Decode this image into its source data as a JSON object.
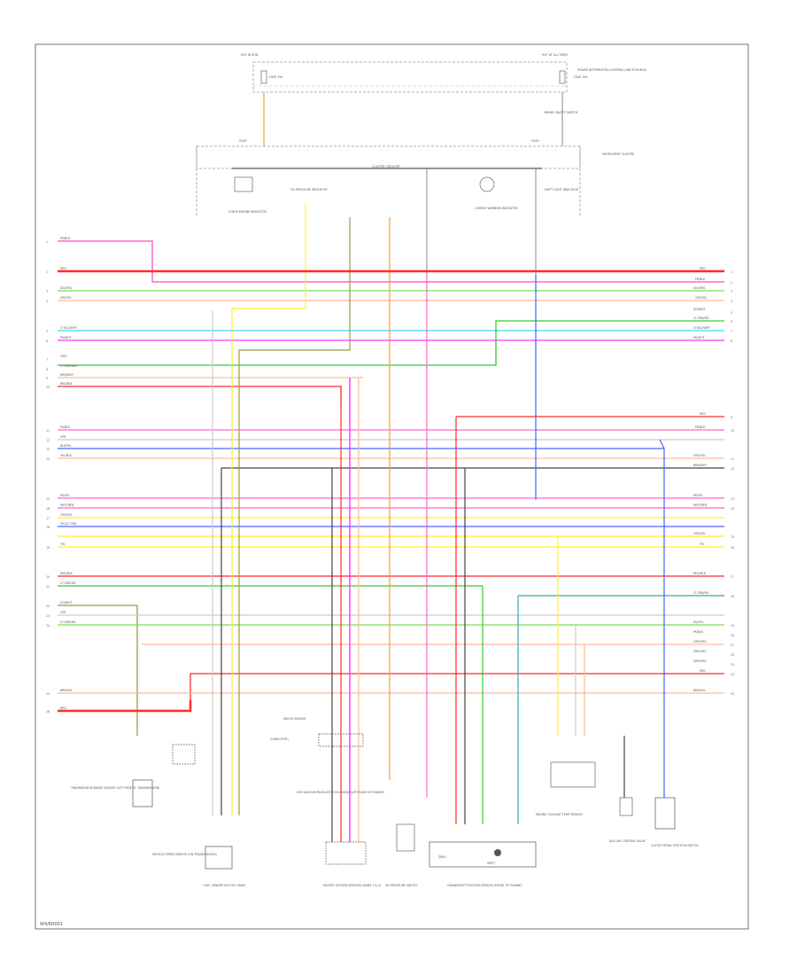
{
  "page_code": "W4/6R001",
  "wire_colors": {
    "RED": "#ff2a2a",
    "PINK": "#ff66cc",
    "MAGENTA": "#ff33ff",
    "GREEN": "#33cc33",
    "LIGHT_GREEN": "#77dd55",
    "LIGHT_BLUE": "#33ddee",
    "BLUE": "#4466ff",
    "YELLOW": "#ffee33",
    "ORANGE": "#ff9933",
    "PEACH": "#ffbb99",
    "BROWN": "#aa7733",
    "GRAY": "#aaaaaa",
    "LIGHT_GRAY": "#cccccc",
    "BLACK": "#444444",
    "OLIVE": "#999944"
  },
  "labels": {
    "fuse_left": "HOT IN RUN",
    "fuse_right": "HOT AT ALL TIMES",
    "fuse_box": "POWER DISTRIBUTION (CENTRAL JUNCTION BOX)",
    "fuse_a": "FUSE 15A",
    "fuse_b": "FUSE 10A",
    "inst_cluster": "INSTRUMENT CLUSTER",
    "cluster_bus": "CLUSTER CIRCUITRY",
    "check_engine": "CHECK ENGINE INDICATOR",
    "oil_pressure": "OIL PRESSURE INDICATOR",
    "charge": "CHARGE WARNING INDICATOR",
    "shift_light": "SHIFT LIGHT INDICATOR",
    "ground_a": "G200",
    "ground_b": "G100",
    "trans_sensor": "TRANSMISSION RANGE SENSOR (LEFT SIDE OF TRANSMISSION)",
    "vss": "VEHICLE SPEED SENSOR (ON TRANSMISSION)",
    "fuel_sender": "FUEL SENDER (IN FUEL TANK)",
    "heated_o2": "HEATED OXYGEN SENSORS (BANK 1 & 2)",
    "knock_sensor": "KNOCK SENSOR",
    "ckp": "CRANKSHAFT POSITION SENSOR (FRONT OF ENGINE)",
    "ckp_a": "ZERO",
    "ckp_b": "SHIFT",
    "egr": "EGR VACUUM REGULATOR SOLENOID (LEFT REAR OF ENGINE)",
    "oil_sw": "OIL PRESSURE SWITCH",
    "ect": "ENGINE COOLANT TEMP SENSOR",
    "idle": "IDLE AIR CONTROL VALVE",
    "clutch": "CLUTCH PEDAL POSITION SWITCH",
    "brake": "BRAKE ON/OFF SWITCH",
    "capacitor": "(CAPACITOR)"
  },
  "left_wire_labels": [
    "PK/BLK",
    "RED",
    "DG/ORG",
    "GRY/YEL",
    "LT BLU/WHT",
    "PK/WHT",
    "ORG",
    "LT GRN/WHT",
    "BRN/WHT",
    "RED/BLK",
    "PK/BLK",
    "GRY",
    "BLK/YEL",
    "YEL/BLK",
    "PK/YEL",
    "WHT/RED",
    "ORG/YEL",
    "YEL/LT GRN",
    "YEL",
    "RED/BLK",
    "LT GRN/YEL",
    "DG/WHT",
    "GRY",
    "LT GRN/YEL",
    "BRN/YEL",
    "RED"
  ],
  "right_wire_labels": [
    "RED",
    "PK/BLK",
    "DG/ORG",
    "GRY/YEL",
    "DG/WHT",
    "LT GRN/YEL",
    "LT BLU/WHT",
    "PK/WHT",
    "RED",
    "PK/BLK",
    "ORG/YEL",
    "BRN/WHT",
    "PK/YEL",
    "WHT/RED",
    "ORG/YEL",
    "YEL",
    "RED/BLK",
    "LT GRN/YEL",
    "DG/YEL",
    "PK/BLK",
    "GRY/ORG",
    "GRY/ORG",
    "GRY/ORG",
    "RED",
    "BRN/YEL"
  ],
  "left_pins": [
    "1",
    "2",
    "3",
    "4",
    "5",
    "6",
    "7",
    "8",
    "9",
    "10",
    "11",
    "12",
    "13",
    "14",
    "15",
    "16",
    "17",
    "18",
    "19",
    "20",
    "21",
    "22",
    "23",
    "24",
    "25",
    "26"
  ],
  "right_pins": [
    "1",
    "2",
    "3",
    "4",
    "5",
    "6",
    "7",
    "8",
    "9",
    "10",
    "11",
    "12",
    "13",
    "14",
    "15",
    "16",
    "17",
    "18",
    "19",
    "20",
    "21",
    "22",
    "23",
    "24",
    "25"
  ]
}
